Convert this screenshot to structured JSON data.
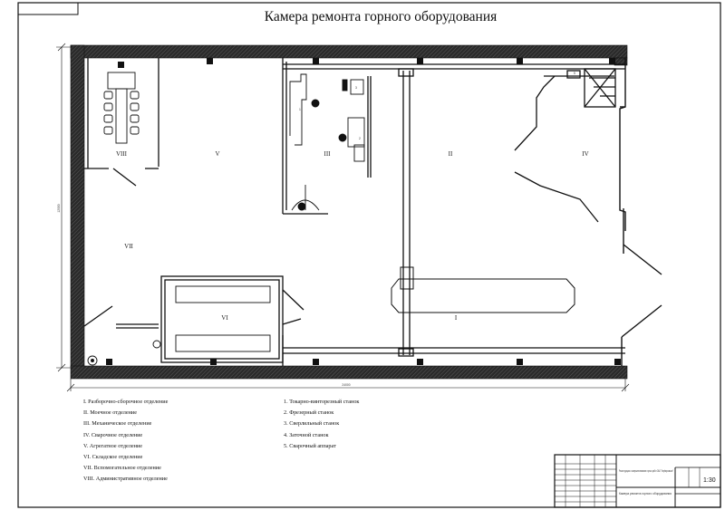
{
  "title": "Камера ремонта горного оборудования",
  "rooms": {
    "r1": "I",
    "r2": "II",
    "r3": "III",
    "r4": "IV",
    "r5": "V",
    "r6": "VI",
    "r7": "VII",
    "r8": "VIII"
  },
  "dimensions": {
    "width": "24000",
    "height": "12000"
  },
  "legend_departments": [
    "I. Разборочно-сборочное отделение",
    "II. Моечное отделение",
    "III. Механическое отделение",
    "IV. Сварочное отделение",
    "V. Агрегатное отделение",
    "VI. Складское отделение",
    "VII. Вспомогательное отделение",
    "VIII. Административное отделение"
  ],
  "legend_equipment": [
    "1. Токарно-винторезный станок",
    "2. Фрезерный станок",
    "3. Сверлильный станок",
    "4. Заточной станок",
    "5. Сварочный аппарат"
  ],
  "stamp": {
    "doc_title": "Реконструкция и совершенствование горных работ ОАО \"Черёмуховское\"",
    "sheet_title": "Камера ремонта горного оборудования",
    "scale": "1:30"
  }
}
